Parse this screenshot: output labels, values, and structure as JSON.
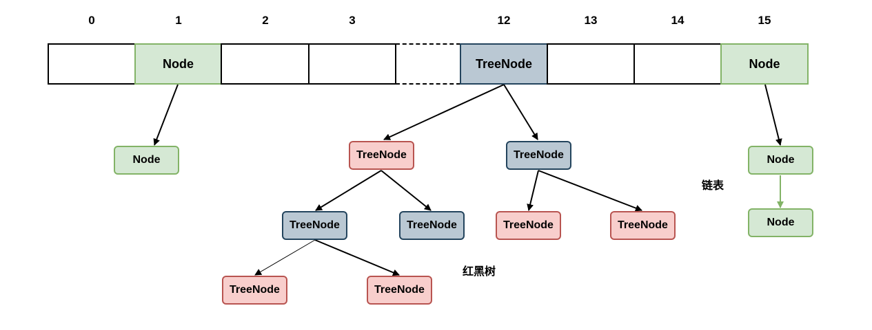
{
  "indices": [
    "0",
    "1",
    "2",
    "3",
    "12",
    "13",
    "14",
    "15"
  ],
  "cells": [
    "",
    "Node",
    "",
    "",
    "TreeNode",
    "",
    "",
    "Node"
  ],
  "chain_nodes": [
    "Node",
    "Node",
    "Node"
  ],
  "tree_nodes": [
    "TreeNode",
    "TreeNode",
    "TreeNode",
    "TreeNode",
    "TreeNode",
    "TreeNode",
    "TreeNode",
    "TreeNode",
    "TreeNode"
  ],
  "labels": {
    "linked_list": "链表",
    "red_black_tree": "红黑树"
  },
  "colors": {
    "list_fill": "#d5e8d4",
    "list_stroke": "#82b366",
    "red_fill": "#f8cecc",
    "red_stroke": "#b85450",
    "black_fill": "#bac8d3",
    "black_stroke": "#23445d"
  }
}
